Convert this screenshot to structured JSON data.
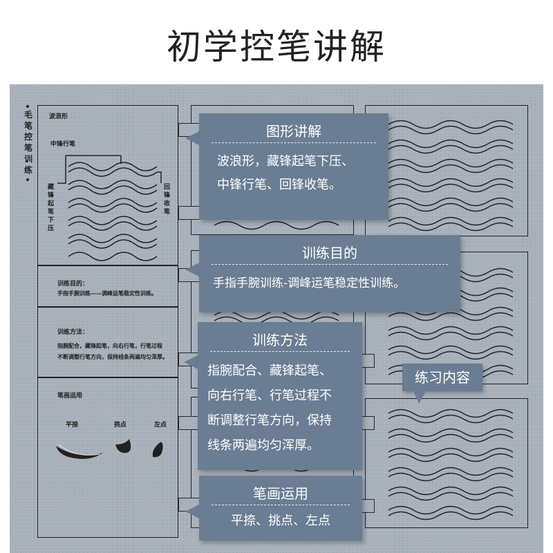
{
  "title": "初学控笔讲解",
  "sheet": {
    "vertical_title": "毛笔控笔训练",
    "left_panel": {
      "wave_section": {
        "heading": "波浪形",
        "label_mid": "中锋行笔",
        "label_hidden": "藏锋起笔下压",
        "label_return": "回锋收笔"
      },
      "purpose_section": {
        "heading": "训练目的：",
        "text": "手指手腕训练——调峰运笔稳定性训练。"
      },
      "method_section": {
        "heading": "训练方法：",
        "line1": "指腕配合，藏锋起笔，向右行笔，行笔过程",
        "line2": "不断调整行笔方向，保持线条两遍均匀浑厚。"
      },
      "stroke_section": {
        "heading": "笔画运用",
        "items": [
          "平捺",
          "挑点",
          "左点"
        ]
      }
    }
  },
  "cards": {
    "graphic": {
      "title": "图形讲解",
      "lines": [
        "波浪形，藏锋起笔下压、",
        "中锋行笔、回锋收笔。"
      ]
    },
    "purpose": {
      "title": "训练目的",
      "lines": [
        "手指手腕训练-调峰运笔稳定性训练。"
      ]
    },
    "method": {
      "title": "训练方法",
      "lines": [
        "指腕配合、藏锋起笔、",
        "向右行笔、行笔过程不",
        "断调整行笔方向，保持",
        "线条两遍均匀浑厚。"
      ]
    },
    "stroke": {
      "title": "笔画运用",
      "lines": [
        "平捺、挑点、左点"
      ]
    }
  },
  "bubble": {
    "label": "练习内容"
  },
  "colors": {
    "sheet": "#a7b0bb",
    "card": "#6a7d93",
    "ink": "#222222"
  }
}
